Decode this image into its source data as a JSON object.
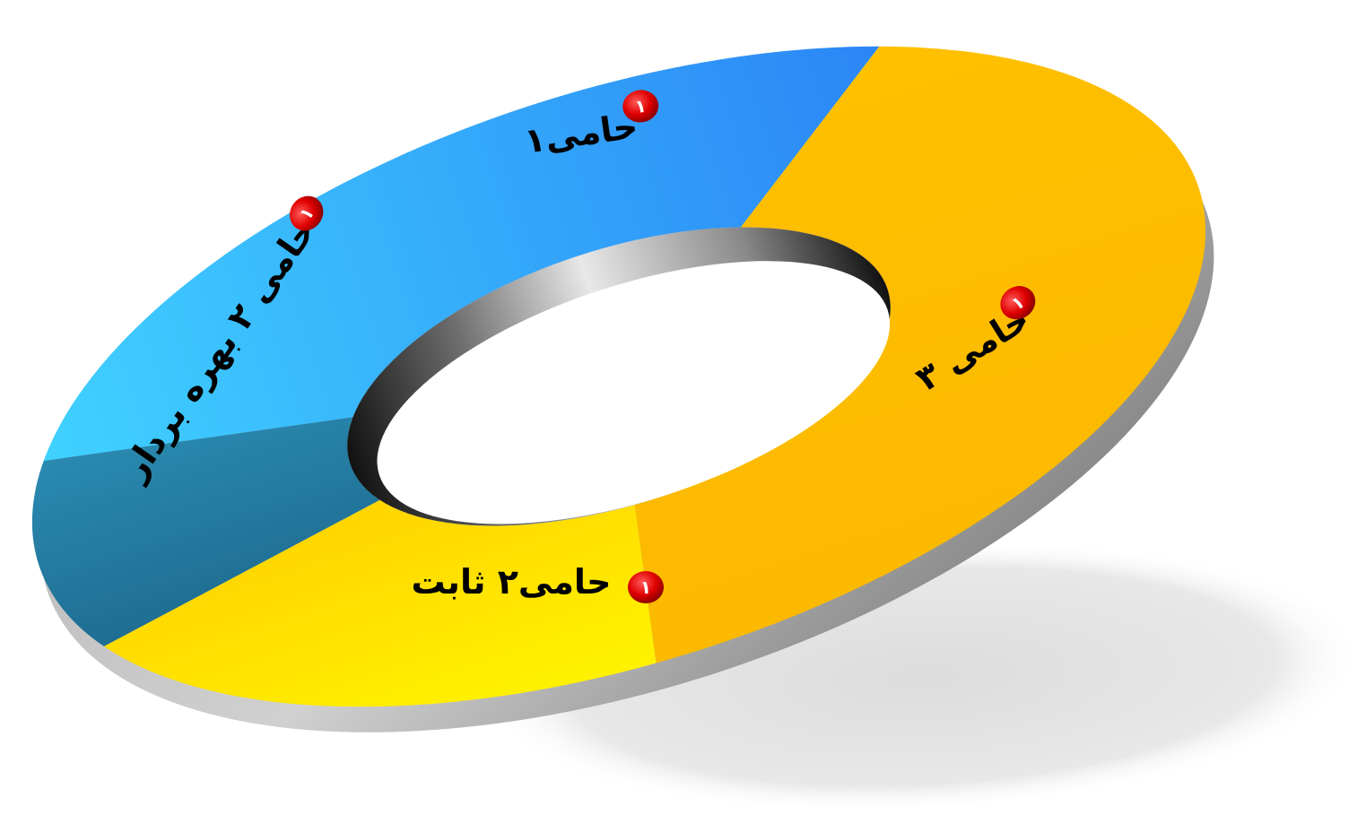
{
  "diagram": {
    "segments": [
      {
        "id": "top",
        "label": "حامی۱",
        "badge": "۱",
        "color_light": "#40d2ff",
        "color_dark": "#2b86f6"
      },
      {
        "id": "right",
        "label": "حامی ۳",
        "badge": "۱",
        "color_light": "#ffc000",
        "color_dark": "#fbb900"
      },
      {
        "id": "bottom",
        "label": "حامی۲ ثابت",
        "badge": "۱",
        "color_light": "#fff200",
        "color_dark": "#ffd500"
      },
      {
        "id": "left",
        "label": "حامی ۲ بهره بردار",
        "badge": "۱",
        "color_light": "#2a8ab0",
        "color_dark": "#1f6d92"
      }
    ],
    "badge_color": "#e00000",
    "rim_color": "#8c8c8c",
    "shadow_color": "#e6e6e6"
  }
}
